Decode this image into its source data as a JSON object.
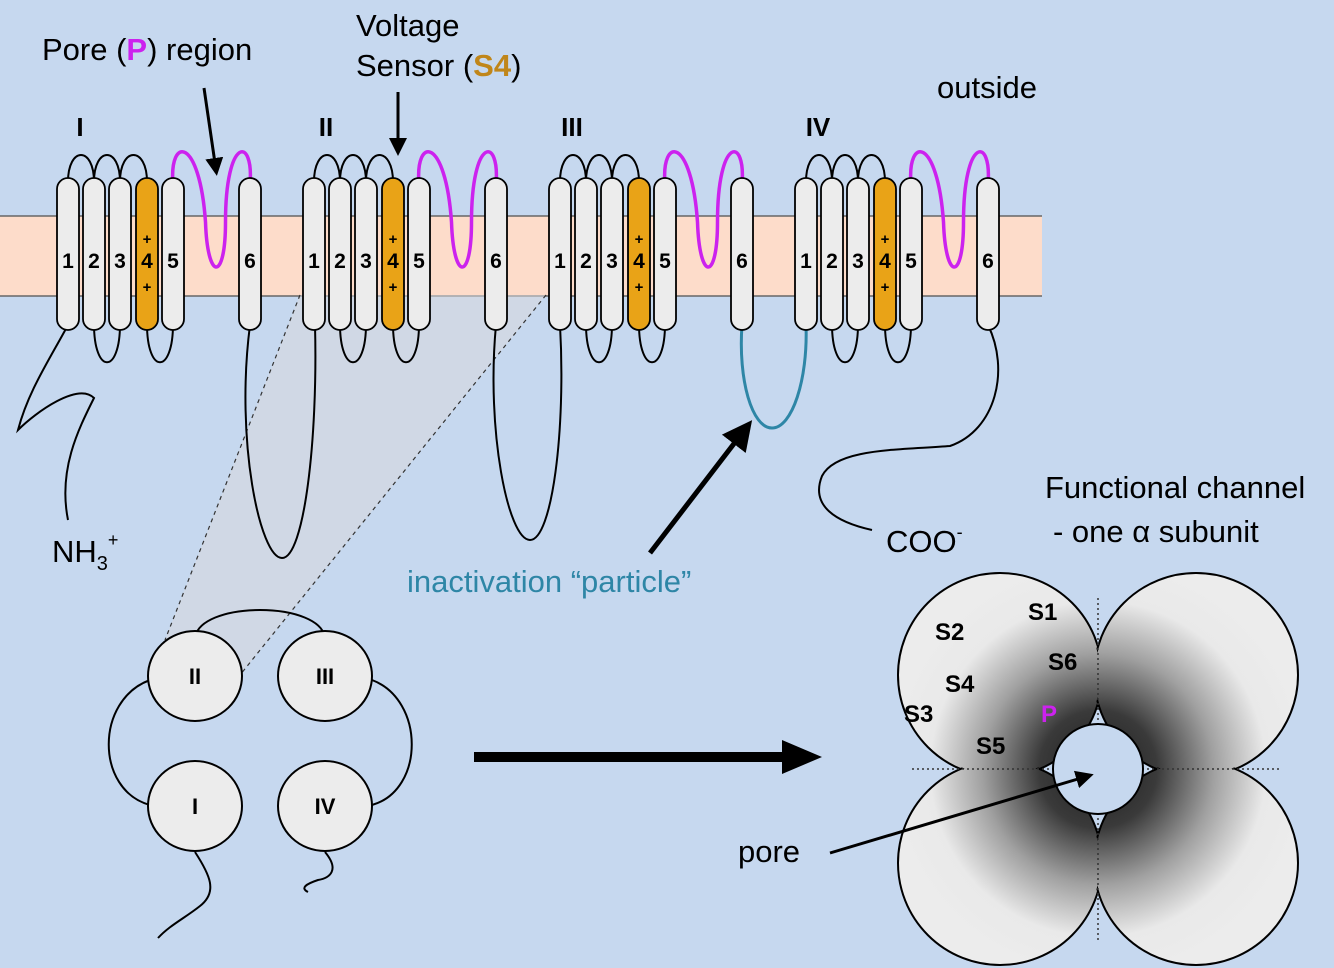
{
  "colors": {
    "background": "#c6d8ef",
    "membrane": "#fddcca",
    "helix": "#ececec",
    "sensor": "#e9a317",
    "pore_loop": "#cc22ee",
    "inactivation": "#2e86a6",
    "sensor_text": "#c0861a"
  },
  "labels": {
    "pore_pre": "Pore (",
    "pore_p": "P",
    "pore_post": ") region",
    "voltage_line1": "Voltage",
    "voltage_pre": "Sensor (",
    "voltage_s4": "S4",
    "voltage_post": ")",
    "outside": "outside",
    "nh3": "NH",
    "nh3_sub": "3",
    "nh3_sup": "+",
    "coo": "COO",
    "coo_sup": "-",
    "inactivation": "inactivation “particle”",
    "functional_line1": "Functional channel",
    "functional_line2": "- one α subunit",
    "pore": "pore"
  },
  "domains": [
    "I",
    "II",
    "III",
    "IV"
  ],
  "helix_numbers": [
    "1",
    "2",
    "3",
    "4",
    "5",
    "6"
  ],
  "charge_symbol": "+",
  "assembly_domains": {
    "top_left": "II",
    "top_right": "III",
    "bottom_left": "I",
    "bottom_right": "IV"
  },
  "channel_segments": {
    "s1": "S1",
    "s2": "S2",
    "s3": "S3",
    "s4": "S4",
    "s5": "S5",
    "s6": "S6",
    "p": "P"
  }
}
